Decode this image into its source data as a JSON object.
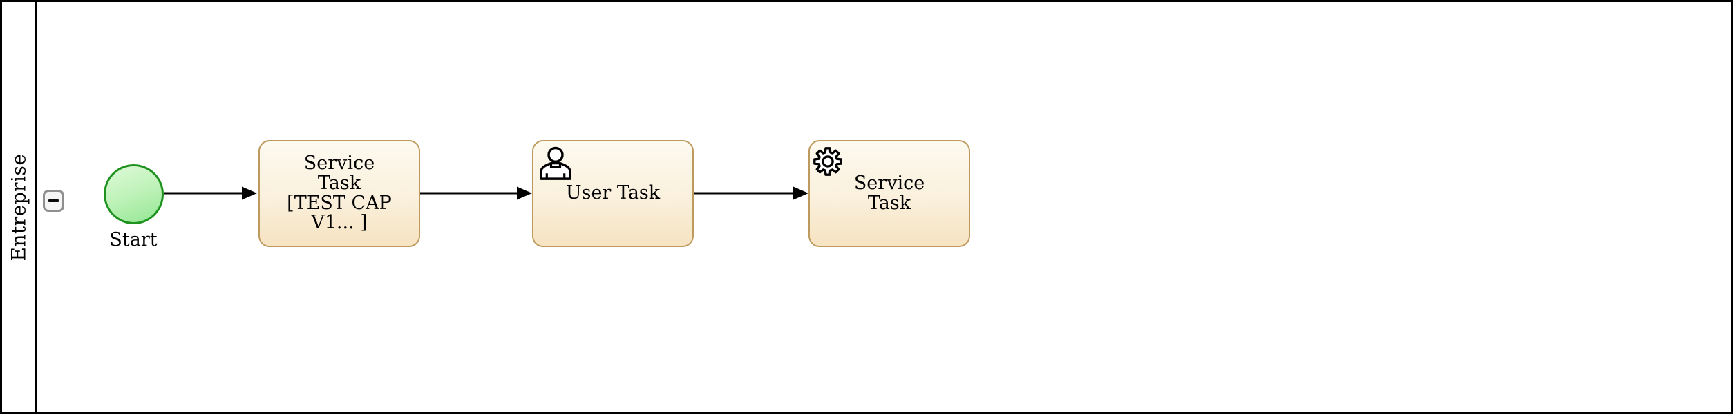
{
  "pool": {
    "lane_label": "Entreprise",
    "collapse_button": {
      "icon": "minus",
      "state": "expanded"
    }
  },
  "nodes": {
    "start": {
      "type": "start-event",
      "label": "Start"
    },
    "task1": {
      "type": "service-task",
      "label": "Service\nTask\n[TEST CAP\nV1... ]"
    },
    "task2": {
      "type": "user-task",
      "label": "User Task",
      "icon": "user-icon"
    },
    "task3": {
      "type": "service-task",
      "label": "Service\nTask",
      "icon": "gear-icon"
    }
  },
  "flows": [
    {
      "from": "start",
      "to": "task1"
    },
    {
      "from": "task1",
      "to": "task2"
    },
    {
      "from": "task2",
      "to": "task3"
    }
  ],
  "colors": {
    "pool_border": "#000000",
    "flow": "#000000",
    "task_border": "#bf9a5f",
    "task_fill_top": "#fdfaf0",
    "task_fill_bottom": "#f6e3c1",
    "start_border": "#1f9220",
    "start_fill_top": "#ddf9d8",
    "start_fill_bottom": "#94e794",
    "collapse_btn_border": "#8f8f8f",
    "collapse_btn_bg": "#f5f5f5"
  }
}
